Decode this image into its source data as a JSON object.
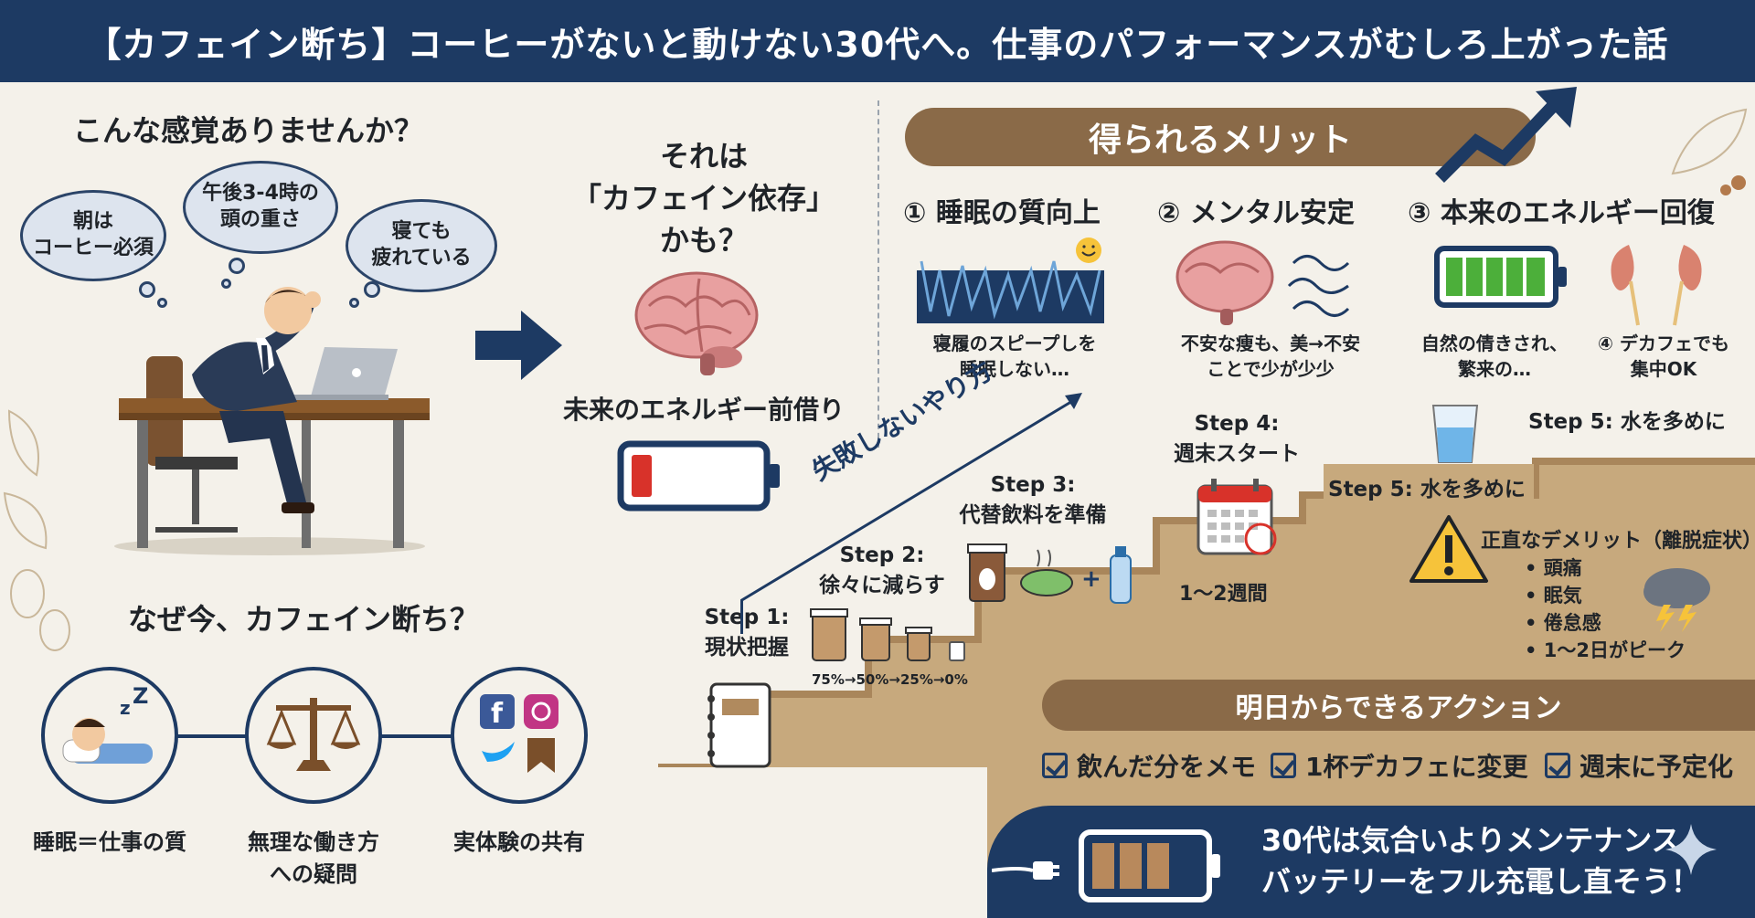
{
  "header": {
    "title": "【カフェイン断ち】コーヒーがないと動けない30代へ。仕事のパフォーマンスがむしろ上がった話"
  },
  "intro": {
    "question": "こんな感覚ありませんか？",
    "bubbles": [
      "朝は\nコーヒー必須",
      "午後3-4時の\n頭の重さ",
      "寝ても\n疲れている"
    ]
  },
  "why": {
    "heading": "なぜ今、カフェイン断ち？",
    "reasons": [
      {
        "label": "睡眠＝仕事の質",
        "icon": "sleeping-person-icon"
      },
      {
        "label": "無理な働き方\nへの疑問",
        "icon": "balance-scale-icon"
      },
      {
        "label": "実体験の共有",
        "icon": "social-media-icon"
      }
    ]
  },
  "dependency": {
    "line1": "それは",
    "line2": "「カフェイン依存」",
    "line3": "かも？",
    "borrow": "未来のエネルギー前借り"
  },
  "merits": {
    "banner": "得られるメリット",
    "items": [
      {
        "title": "① 睡眠の質向上",
        "desc": "寝履のスピープしを\n睡眠しない…"
      },
      {
        "title": "② メンタル安定",
        "desc": "不安な痩も、美→不安\nことで少が少少"
      },
      {
        "title": "③ 本来のエネルギー回復",
        "desc": "自然の倩きされ、\n繁来の…"
      }
    ],
    "extra": "④ デカフェでも\n集中OK"
  },
  "steps": {
    "diagonal": "失敗しないやり方",
    "step1": "Step 1:\n現状把握",
    "step2": "Step 2:\n徐々に減らす",
    "step2_ticks": "75%→50%→25%→0%",
    "step3": "Step 3:\n代替飲料を準備",
    "step4": "Step 4:\n週末スタート",
    "step4_period": "1〜2週間",
    "step5a": "Step 5: 水を多めに",
    "step5b": "Step 5: 水を多めに"
  },
  "demerit": {
    "title": "正直なデメリット（離脱症状）",
    "items": [
      "頭痛",
      "眠気",
      "倦怠感",
      "1〜2日がピーク"
    ]
  },
  "actions": {
    "banner": "明日からできるアクション",
    "items": [
      "飲んだ分をメモ",
      "1杯デカフェに変更",
      "週末に予定化"
    ]
  },
  "footer": {
    "line1": "30代は気合いよりメンテナンス。",
    "line2": "バッテリーをフル充電し直そう！"
  },
  "colors": {
    "navy": "#1d3a63",
    "brown": "#8a6a48",
    "battery_low": "#d8322a",
    "battery_full": "#4caf3a",
    "background": "#f4f1ea"
  }
}
